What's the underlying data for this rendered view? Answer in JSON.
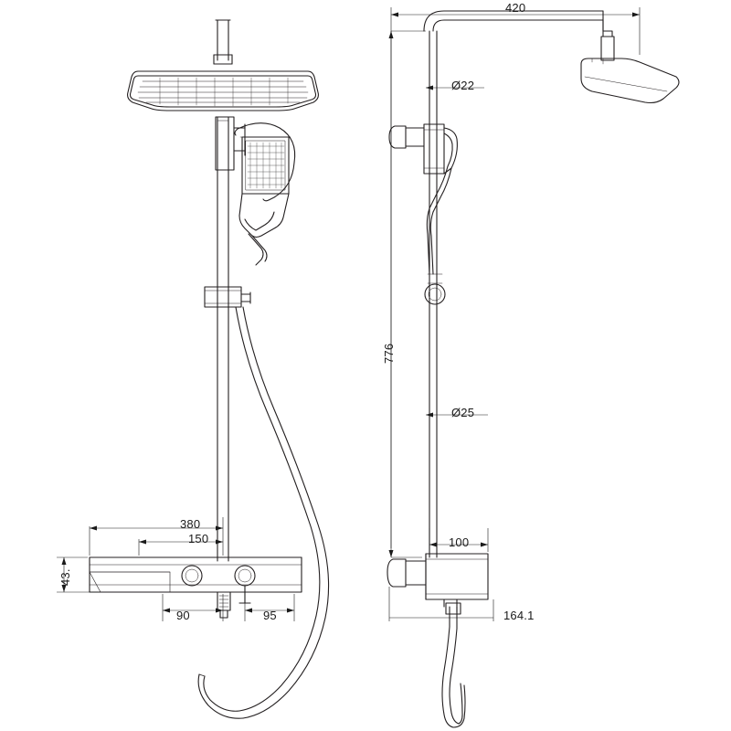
{
  "drawing": {
    "title": "shower-column-technical-drawing",
    "line_color": "#231f20",
    "dim_color": "#1a1a1a",
    "background": "#ffffff",
    "views": [
      "front-elevation",
      "side-elevation"
    ]
  },
  "dimensions": {
    "front": {
      "d380": "380",
      "d150": "150",
      "d43": "43.",
      "d90": "90",
      "d95": "95"
    },
    "side": {
      "d420": "420",
      "d22": "Ø22",
      "d776": "776",
      "d25": "Ø25",
      "d100": "100",
      "d164": "164.1"
    }
  },
  "chart_data": {
    "type": "table",
    "title": "Shower column dimensioned drawing",
    "categories": [
      "380",
      "150",
      "43.",
      "90",
      "95",
      "420",
      "Ø22",
      "776",
      "Ø25",
      "100",
      "164.1"
    ],
    "values": [
      380,
      150,
      43,
      90,
      95,
      420,
      22,
      776,
      25,
      100,
      164.1
    ]
  }
}
